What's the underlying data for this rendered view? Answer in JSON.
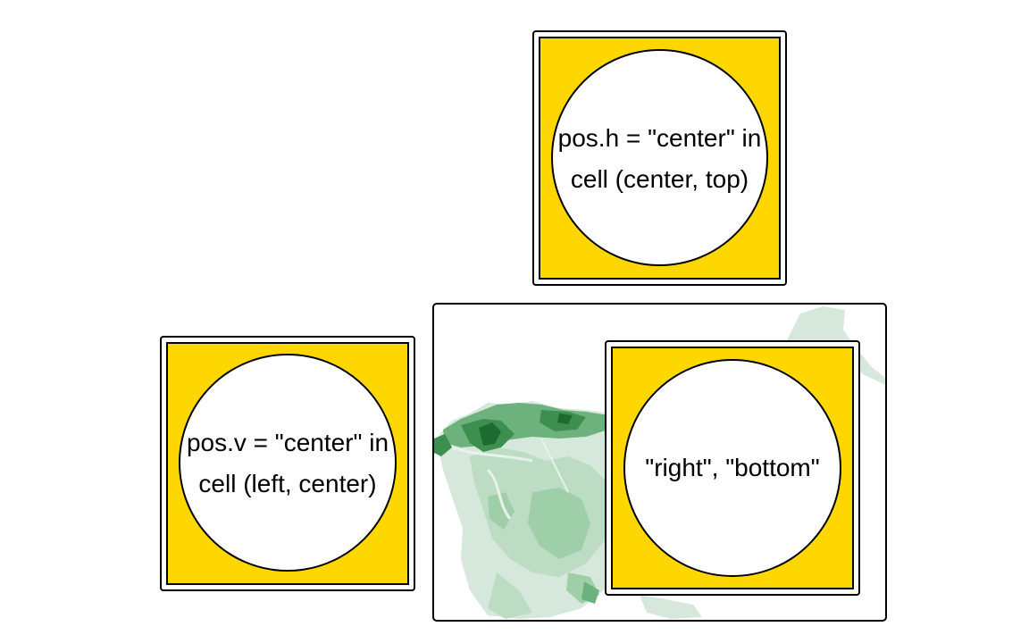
{
  "legends": {
    "top": {
      "line1": "pos.h = \"center\" in",
      "line2": "cell (center, top)",
      "fill_color": "#FFD700"
    },
    "left": {
      "line1": "pos.v = \"center\" in",
      "line2": "cell (left, center)",
      "fill_color": "#FFD700"
    },
    "inset": {
      "line1": "\"right\", \"bottom\"",
      "fill_color": "#FFD700"
    }
  },
  "map": {
    "palette": [
      "#d6e8dc",
      "#bcdcc4",
      "#9fcfa9",
      "#6db27c",
      "#3d8f4f",
      "#1f6b2f"
    ]
  }
}
